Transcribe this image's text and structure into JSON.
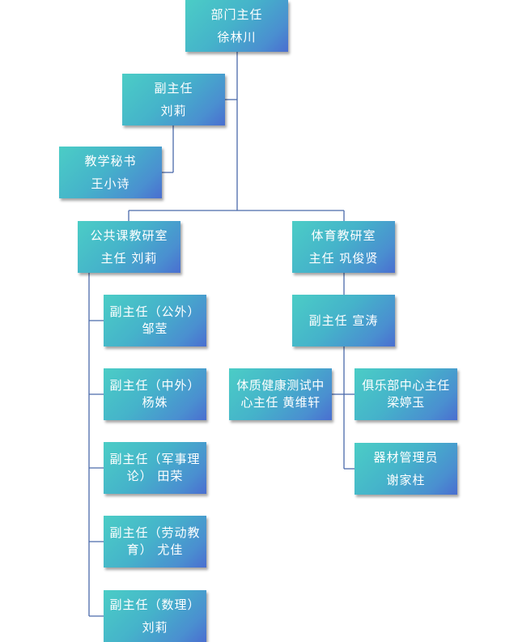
{
  "chart_title": "",
  "nodes": {
    "root": {
      "line1": "部门主任",
      "line2": "徐林川"
    },
    "deputy": {
      "line1": "副主任",
      "line2": "刘莉"
    },
    "secretary": {
      "line1": "教学秘书",
      "line2": "王小诗"
    },
    "public_course": {
      "line1": "公共课教研室",
      "line2": "主任  刘莉"
    },
    "pe": {
      "line1": "体育教研室",
      "line2": "主任  巩俊贤"
    },
    "pc_foreign_public": {
      "line1": "副主任（公外）",
      "line2": "邹莹"
    },
    "pc_foreign_chinese": {
      "line1": "副主任（中外）",
      "line2": "杨姝"
    },
    "pc_military": {
      "line1": "副主任（军事理",
      "line2": "论）  田荣"
    },
    "pc_labor": {
      "line1": "副主任（劳动教",
      "line2": "育）  尤佳"
    },
    "pc_math": {
      "line1": "副主任（数理）",
      "line2": "刘莉"
    },
    "pe_deputy": {
      "line1": "副主任  宣涛",
      "line2": ""
    },
    "pe_fitness": {
      "line1": "体质健康测试中",
      "line2": "心主任  黄维轩"
    },
    "pe_club": {
      "line1": "俱乐部中心主任",
      "line2": "梁婷玉"
    },
    "pe_equipment": {
      "line1": "器材管理员",
      "line2": "谢家柱"
    }
  },
  "colors": {
    "node_gradient_start": "#4bcdc6",
    "node_gradient_end": "#4a6ed0",
    "connector": "#4a6aaa",
    "text": "#ffffff"
  }
}
